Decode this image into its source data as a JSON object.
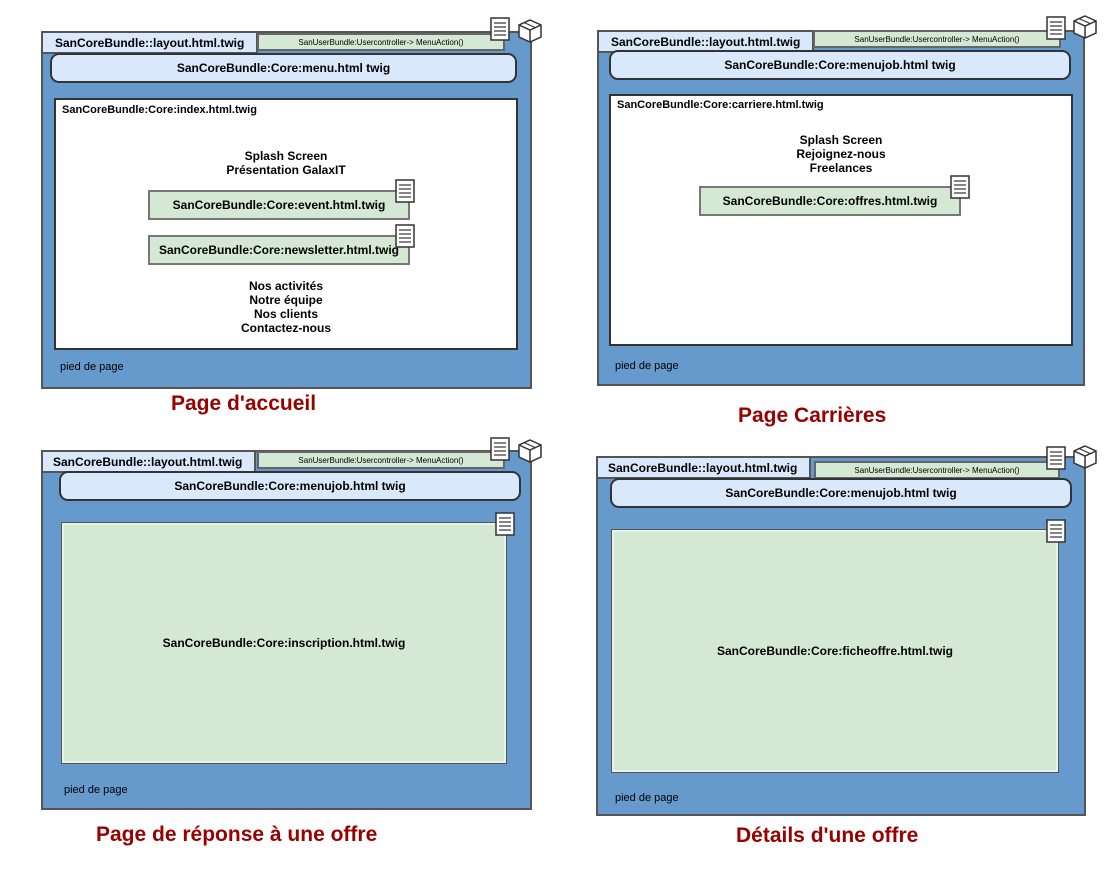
{
  "panels": [
    {
      "layout_title": "SanCoreBundle::layout.html.twig",
      "controller": "SanUserBundle:Usercontroller-> MenuAction()",
      "menu": "SanCoreBundle:Core:menu.html twig",
      "content_title": "SanCoreBundle:Core:index.html.twig",
      "intro_lines": [
        "Splash Screen",
        "Présentation GalaxIT"
      ],
      "includes": [
        "SanCoreBundle:Core:event.html.twig",
        "SanCoreBundle:Core:newsletter.html.twig"
      ],
      "sections": [
        "Nos activités",
        "Notre équipe",
        "Nos clients",
        "Contactez-nous"
      ],
      "footer": "pied de page",
      "caption": "Page d'accueil"
    },
    {
      "layout_title": "SanCoreBundle::layout.html.twig",
      "controller": "SanUserBundle:Usercontroller-> MenuAction()",
      "menu": "SanCoreBundle:Core:menujob.html twig",
      "content_title": "SanCoreBundle:Core:carriere.html.twig",
      "intro_lines": [
        "Splash Screen",
        "Rejoignez-nous",
        "Freelances"
      ],
      "includes": [
        "SanCoreBundle:Core:offres.html.twig"
      ],
      "footer": "pied de page",
      "caption": "Page Carrières"
    },
    {
      "layout_title": "SanCoreBundle::layout.html.twig",
      "controller": "SanUserBundle:Usercontroller-> MenuAction()",
      "menu": "SanCoreBundle:Core:menujob.html twig",
      "content_label": "SanCoreBundle:Core:inscription.html.twig",
      "footer": "pied de page",
      "caption": "Page de réponse à une offre"
    },
    {
      "layout_title": "SanCoreBundle::layout.html.twig",
      "controller": "SanUserBundle:Usercontroller-> MenuAction()",
      "menu": "SanCoreBundle:Core:menujob.html twig",
      "content_label": "SanCoreBundle:Core:ficheoffre.html.twig",
      "footer": "pied de page",
      "caption": "Détails d'une offre"
    }
  ],
  "colors": {
    "layout_fill": "#6699cc",
    "menu_fill": "#dae8fc",
    "include_fill": "#d5e8d4",
    "caption": "#990000"
  },
  "icons": [
    "document-icon",
    "package-icon"
  ]
}
